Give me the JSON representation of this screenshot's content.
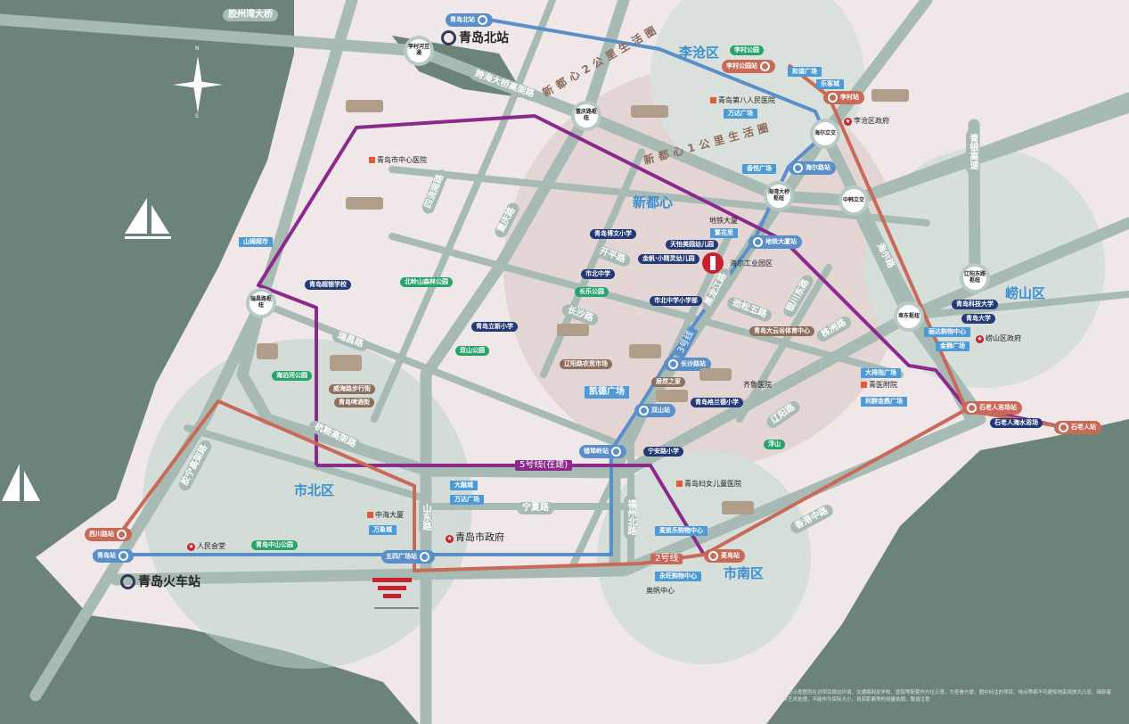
{
  "colors": {
    "sea": "#6b8378",
    "land": "#efe7e8",
    "road": "#a8bab4",
    "line3": "#5b8fc9",
    "line5": "#8b2a8c",
    "line2": "#c96a58"
  },
  "compass": {
    "n": "N",
    "s": "S"
  },
  "districts": {
    "licang": "李沧区",
    "xinduxin": "新都心",
    "laoshan": "崂山区",
    "shibei": "市北区",
    "shinan": "市南区"
  },
  "railway": {
    "north": "青岛北站",
    "main": "青岛火车站"
  },
  "stations": [
    "青岛北站",
    "李村公园站",
    "李村站",
    "海尔路站",
    "地铁大厦站",
    "长沙路站",
    "双山站",
    "错埠岭站",
    "西川路站",
    "青岛站",
    "五四广场站",
    "麦岛站",
    "石老人浴场站",
    "石老人站"
  ],
  "lines": {
    "l3": "3号线",
    "l5": "5号线(在建)",
    "l2": "2号线"
  },
  "interchanges": [
    "李村河互通",
    "重庆路枢纽",
    "海尔立交",
    "海湾大桥枢纽",
    "中韩立交",
    "瑞昌路枢纽",
    "辽阳东路枢纽",
    "埠东枢纽"
  ],
  "roads": [
    "胶州湾大桥",
    "跨海大桥高架路",
    "四流南路",
    "重庆路",
    "开平路",
    "长沙路",
    "黑龙江路",
    "劲松五路",
    "银川东路",
    "海尔路",
    "株洲路",
    "瑞昌路",
    "杭鞍高架路",
    "胶宁高架路",
    "山东路",
    "福州北路",
    "宁夏路",
    "香港中路",
    "青银高速",
    "辽阳路"
  ],
  "rings": {
    "r2": "新都心2公里生活圈",
    "r1": "新都心1公里生活圈"
  },
  "schools": [
    "青岛博文小学",
    "天怡美园幼儿园",
    "金帆·小精灵幼儿园",
    "市北中学",
    "市北中学小学部",
    "青岛超银学校",
    "青岛立新小学",
    "青岛格兰德小学",
    "宁安路小学",
    "青岛科技大学",
    "青岛大学",
    "石老人海水浴场"
  ],
  "parks": [
    "李村公园",
    "北岭山森林公园",
    "长乐公园",
    "双山公园",
    "海泊河公园",
    "青岛中山公园",
    "浮山"
  ],
  "malls": [
    "和谐广场",
    "乐客城",
    "万达广场",
    "香悦广场",
    "繁花里",
    "凯德广场",
    "山姆超市",
    "大拇指广场",
    "利群金鼎广场",
    "丽达购物中心",
    "金狮广场",
    "大融城",
    "万达广场",
    "万象城",
    "麦凯乐购物中心",
    "永旺购物中心"
  ],
  "hospitals": [
    "青岛第八人民医院",
    "青岛市中心医院",
    "齐鲁医院",
    "青医附院",
    "青岛妇女儿童医院"
  ],
  "government": [
    "李沧区政府",
    "崂山区政府",
    "青岛市政府",
    "人民会堂"
  ],
  "landmarks": [
    "地铁大厦",
    "海尔工业园区",
    "中海大厦",
    "奥帆中心"
  ],
  "leisure": [
    "青岛大云谷体育中心",
    "辽阳路农贸市场",
    "居然之家",
    "威海路步行街",
    "青岛啤酒街"
  ],
  "disclaimer": "本区位示意图旨在对项目周边环境、交通路网及学校、医院等配套作方位示意，为查看方便，图中标注的项目、地点等将不可避免地采用放大凸显、细部着色等艺术处理，不能作为实际大小、真实距离等的测量依据，敬请注意"
}
